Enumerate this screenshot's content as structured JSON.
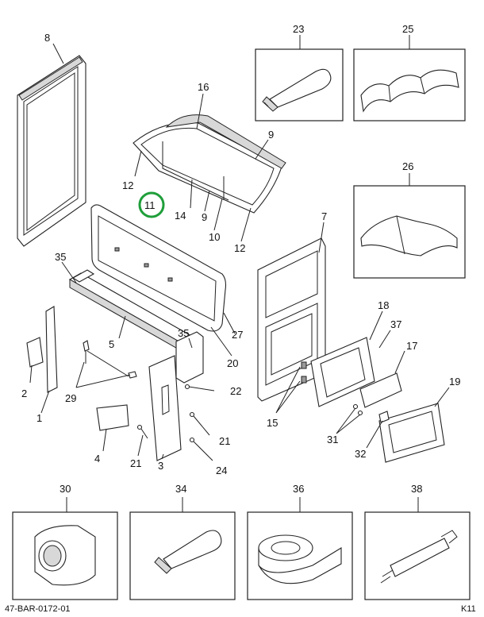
{
  "callouts": {
    "c1": "1",
    "c2": "2",
    "c3": "3",
    "c4": "4",
    "c5": "5",
    "c7": "7",
    "c8": "8",
    "c9a": "9",
    "c9b": "9",
    "c10": "10",
    "c11": "11",
    "c12a": "12",
    "c12b": "12",
    "c14": "14",
    "c15": "15",
    "c16": "16",
    "c17": "17",
    "c18": "18",
    "c19": "19",
    "c20": "20",
    "c21a": "21",
    "c21b": "21",
    "c22": "22",
    "c23": "23",
    "c24": "24",
    "c25": "25",
    "c26": "26",
    "c27": "27",
    "c29": "29",
    "c30": "30",
    "c31": "31",
    "c32": "32",
    "c34": "34",
    "c35a": "35",
    "c35b": "35",
    "c36": "36",
    "c37": "37",
    "c38": "38"
  },
  "footer": {
    "drawing_number": "47-BAR-0172-01",
    "sheet": "K11"
  },
  "colors": {
    "highlight": "#1f9e3a"
  }
}
